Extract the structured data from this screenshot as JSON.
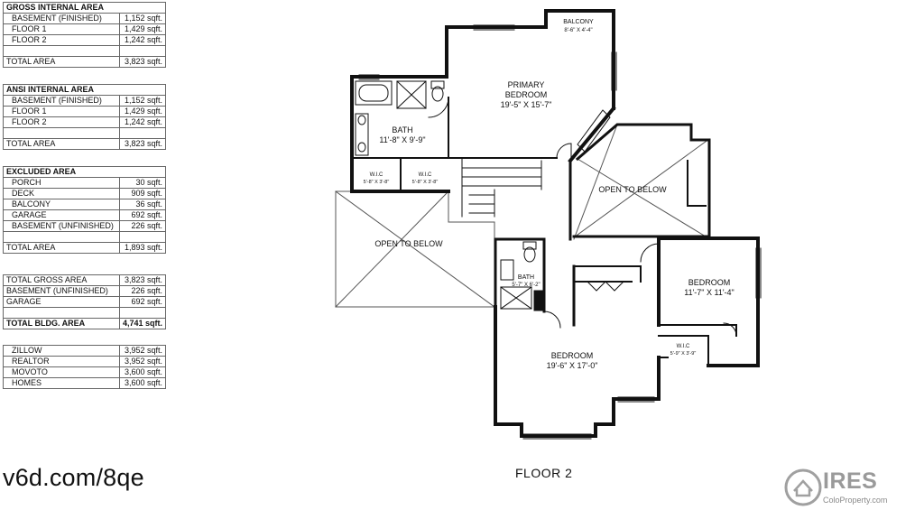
{
  "gross_internal": {
    "header": "GROSS INTERNAL AREA",
    "rows": [
      {
        "label": "BASEMENT (FINISHED)",
        "value": "1,152 sqft."
      },
      {
        "label": "FLOOR 1",
        "value": "1,429 sqft."
      },
      {
        "label": "FLOOR 2",
        "value": "1,242 sqft."
      }
    ],
    "total_label": "TOTAL AREA",
    "total_value": "3,823 sqft."
  },
  "ansi_internal": {
    "header": "ANSI INTERNAL AREA",
    "rows": [
      {
        "label": "BASEMENT (FINISHED)",
        "value": "1,152 sqft."
      },
      {
        "label": "FLOOR 1",
        "value": "1,429 sqft."
      },
      {
        "label": "FLOOR 2",
        "value": "1,242 sqft."
      }
    ],
    "total_label": "TOTAL AREA",
    "total_value": "3,823 sqft."
  },
  "excluded": {
    "header": "EXCLUDED AREA",
    "rows": [
      {
        "label": "PORCH",
        "value": "30 sqft."
      },
      {
        "label": "DECK",
        "value": "909 sqft."
      },
      {
        "label": "BALCONY",
        "value": "36 sqft."
      },
      {
        "label": "GARAGE",
        "value": "692 sqft."
      },
      {
        "label": "BASEMENT (UNFINISHED)",
        "value": "226 sqft."
      }
    ],
    "total_label": "TOTAL AREA",
    "total_value": "1,893 sqft."
  },
  "totals": {
    "rows": [
      {
        "label": "TOTAL GROSS AREA",
        "value": "3,823 sqft."
      },
      {
        "label": "BASEMENT (UNFINISHED)",
        "value": "226 sqft."
      },
      {
        "label": "GARAGE",
        "value": "692 sqft."
      }
    ],
    "bldg_label": "TOTAL BLDG. AREA",
    "bldg_value": "4,741 sqft."
  },
  "estimates": {
    "rows": [
      {
        "label": "ZILLOW",
        "value": "3,952 sqft."
      },
      {
        "label": "REALTOR",
        "value": "3,952 sqft."
      },
      {
        "label": "MOVOTO",
        "value": "3,600 sqft."
      },
      {
        "label": "HOMES",
        "value": "3,600 sqft."
      }
    ]
  },
  "shortlink": "v6d.com/8qe",
  "floor_label": "FLOOR 2",
  "rooms": {
    "balcony": {
      "name": "BALCONY",
      "dims": "8'-6\" X 4'-4\""
    },
    "primary": {
      "name1": "PRIMARY",
      "name2": "BEDROOM",
      "dims": "19'-5\" X 15'-7\""
    },
    "bath1": {
      "name": "BATH",
      "dims": "11'-8\" X 9'-9\""
    },
    "wic1": {
      "name": "W.I.C",
      "dims": "5'-8\" X 3'-8\""
    },
    "wic2": {
      "name": "W.I.C",
      "dims": "5'-8\" X 3'-8\""
    },
    "open1": {
      "name": "OPEN TO BELOW"
    },
    "open2": {
      "name": "OPEN TO BELOW"
    },
    "bath2": {
      "name": "BATH",
      "dims": "5'-7\" X 6'-2\""
    },
    "bedroom2": {
      "name": "BEDROOM",
      "dims": "11'-7\" X 11'-4\""
    },
    "wic3": {
      "name": "W.I.C",
      "dims": "5'-9\" X 3'-9\""
    },
    "bedroom3": {
      "name": "BEDROOM",
      "dims": "19'-6\" X 17'-0\""
    }
  },
  "watermark": {
    "brand": "IRES",
    "site": "ColoProperty.com"
  },
  "colors": {
    "wall": "#111111",
    "text": "#111111",
    "watermark": "#9a9a9a"
  }
}
